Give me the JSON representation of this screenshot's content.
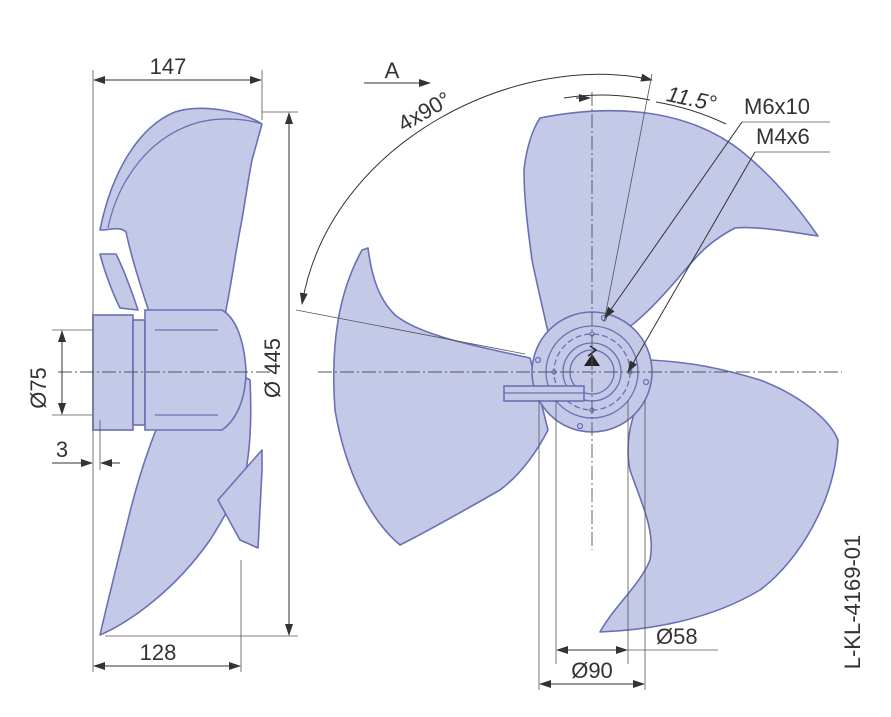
{
  "colors": {
    "blade_fill": "#c5c9e8",
    "blade_stroke": "#6a70b4",
    "dimension_line": "#333333"
  },
  "dimensions": {
    "overall_depth": "147",
    "blade_depth": "128",
    "hub_diameter": "Ø75",
    "offset": "3",
    "fan_diameter": "Ø 445",
    "view_marker": "A",
    "blade_spacing": "4x90°",
    "blade_angle": "11.5°",
    "thread_large": "M6x10",
    "thread_small": "M4x6",
    "bore_diameter": "Ø58",
    "flange_diameter": "Ø90"
  },
  "drawing_number": "L-KL-4169-01"
}
